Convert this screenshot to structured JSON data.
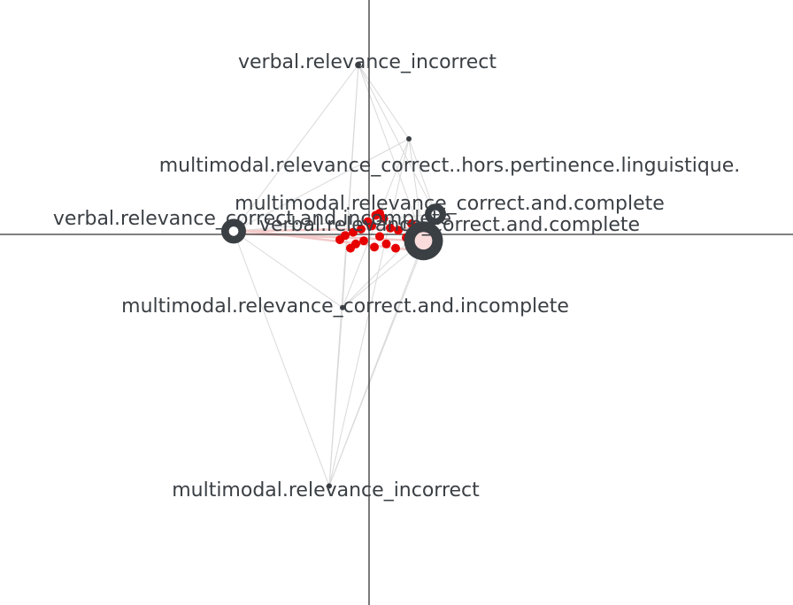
{
  "chart_data": {
    "type": "scatter",
    "grid": false,
    "axis_lines": true,
    "colors": {
      "category_node": "#3a3f44",
      "category_center": "#ffffff",
      "individual_point": "#e60000",
      "edge": "#d9d9d9",
      "red_edge": "#f3c9c9",
      "axis": "#333333",
      "big_node_center": "#fbdcdc"
    },
    "categories": [
      {
        "id": "vri",
        "label": "verbal.relevance_incorrect",
        "x": -0.08,
        "y": 1.6,
        "size": 2
      },
      {
        "id": "mrhp",
        "label": "multimodal.relevance_correct..hors.pertinence.linguistique.",
        "x": 0.3,
        "y": 0.9,
        "size": 2
      },
      {
        "id": "mrcc",
        "label": "multimodal.relevance_correct.and.complete",
        "x": 0.5,
        "y": 0.19,
        "size": 12
      },
      {
        "id": "vrcc",
        "label": "verbal.relevance_correct.and.complete",
        "x": 0.41,
        "y": -0.06,
        "size": 22
      },
      {
        "id": "vrci",
        "label": "verbal.relevance_correct.and.incomplete",
        "x": -1.02,
        "y": 0.03,
        "size": 14
      },
      {
        "id": "mrci",
        "label": "multimodal.relevance_correct.and.incomplete",
        "x": -0.2,
        "y": -0.69,
        "size": 3
      },
      {
        "id": "mri",
        "label": "multimodal.relevance_incorrect",
        "x": -0.3,
        "y": -2.37,
        "size": 2
      }
    ],
    "individuals": [
      {
        "x": 0.05,
        "y": 0.18
      },
      {
        "x": 0.11,
        "y": 0.15
      },
      {
        "x": 0.02,
        "y": 0.08
      },
      {
        "x": 0.16,
        "y": 0.06
      },
      {
        "x": -0.06,
        "y": 0.05
      },
      {
        "x": 0.22,
        "y": 0.04
      },
      {
        "x": -0.12,
        "y": 0.02
      },
      {
        "x": -0.18,
        "y": -0.01
      },
      {
        "x": 0.08,
        "y": -0.02
      },
      {
        "x": -0.22,
        "y": -0.05
      },
      {
        "x": 0.28,
        "y": -0.03
      },
      {
        "x": -0.04,
        "y": -0.06
      },
      {
        "x": -0.1,
        "y": -0.09
      },
      {
        "x": 0.13,
        "y": -0.09
      },
      {
        "x": 0.04,
        "y": -0.12
      },
      {
        "x": -0.14,
        "y": -0.13
      },
      {
        "x": 0.2,
        "y": -0.13
      },
      {
        "x": 0.32,
        "y": 0.1
      },
      {
        "x": -0.01,
        "y": 0.12
      },
      {
        "x": 0.08,
        "y": 0.2
      }
    ]
  }
}
